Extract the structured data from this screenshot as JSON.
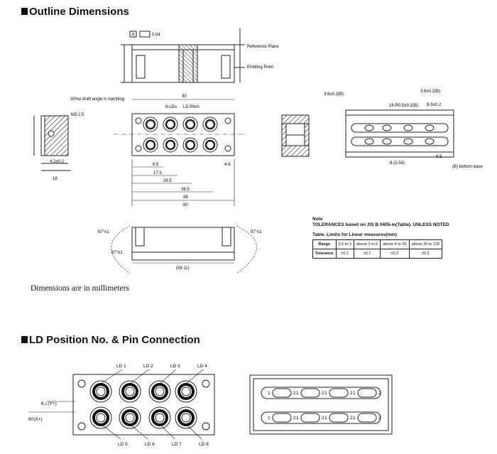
{
  "titles": {
    "outline": "Outline Dimensions",
    "ld_position": "LD Position No. & Pin Connection"
  },
  "note": "Dimensions are in millimeters",
  "top_view": {
    "reference_plane": "Reference Plane",
    "emitting_point": "Emitting Point",
    "datum": "A",
    "flatness": "0.04"
  },
  "front_view": {
    "ld_label": "8-LDs",
    "ld_pitch": "LD Pitch",
    "draft_note": "30%o draft angle in hatching",
    "dims": [
      "30",
      "17.5",
      "29.5",
      "38.5",
      "48",
      "60",
      "6.5",
      "4-6",
      "4.2±0.2",
      "18",
      "M3 2.5"
    ]
  },
  "right_view": {
    "bottom_note": "(B) bottom base",
    "dims": [
      "16-R0.5±0.2(B)",
      "8-(2.54)",
      "3.6±0.2(B)",
      "3.6±0.2(B)",
      "8-5±0.2",
      "6.5"
    ]
  },
  "bottom_view": {
    "angles": [
      "97°±1",
      "97°±1",
      "97°±1"
    ],
    "width": "(58.11)"
  },
  "tolerance": {
    "note_mark": "Note",
    "note_text": "TOLERANCES based on JIS B 0405-m(Table). UNLESS NOTED",
    "table_title": "Table. Limits for Linear measures(mm)",
    "header": [
      "Range",
      "0.5 to 3",
      "above 3 to 6",
      "above 6 to 30",
      "above 30 to 120"
    ],
    "values": [
      "Tolerance",
      "±0.1",
      "±0.1",
      "±0.2",
      "±0.3"
    ]
  },
  "ld_diagram": {
    "top_labels": [
      "LD 1",
      "LD 2",
      "LD 3",
      "LD 4"
    ],
    "bottom_labels": [
      "LD 5",
      "LD 6",
      "LD 7",
      "LD 8"
    ],
    "axis_y": "θ⊥(Y+)",
    "axis_x": "θ//(X+)"
  },
  "pin_diagram": {
    "row1": [
      "1",
      "2",
      "1",
      "2",
      "1",
      "2",
      "1",
      "2"
    ],
    "row2": [
      "1",
      "2",
      "1",
      "2",
      "1",
      "2",
      "1",
      "2"
    ]
  }
}
